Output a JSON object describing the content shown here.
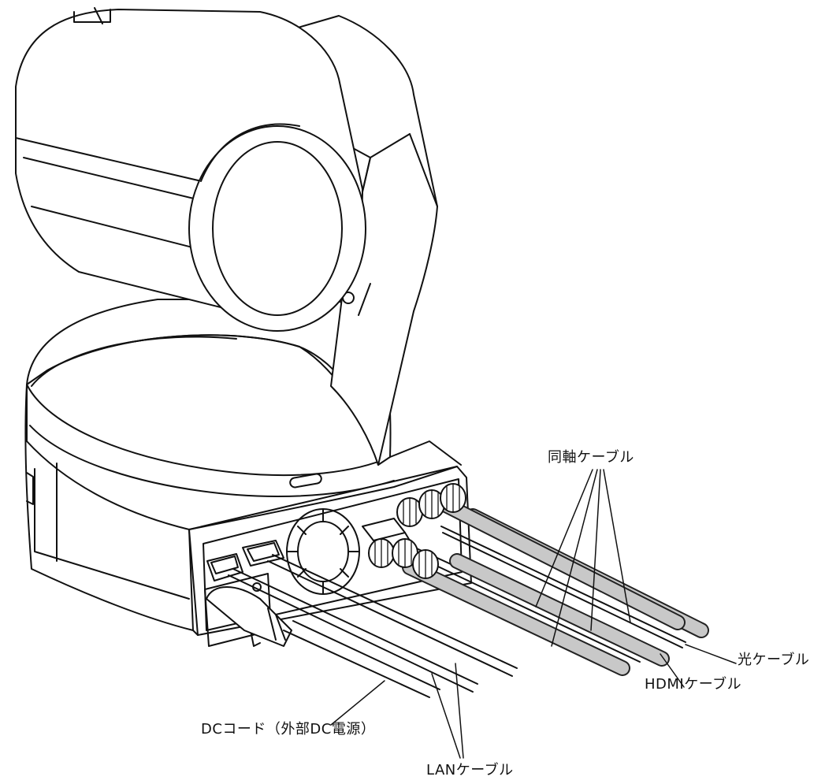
{
  "labels": {
    "coax": "同軸ケーブル",
    "optical": "光ケーブル",
    "hdmi": "HDMIケーブル",
    "dc": "DCコード（外部DC電源）",
    "lan": "LANケーブル"
  }
}
